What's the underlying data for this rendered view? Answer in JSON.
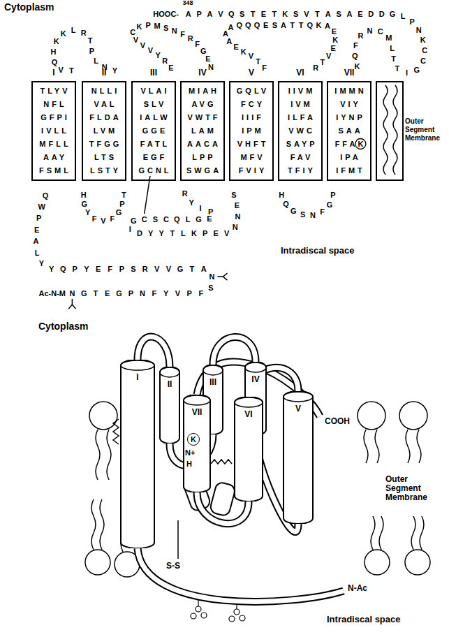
{
  "diagram": {
    "nodes": [
      {
        "text": [
          "I",
          "TLYV NFL GFPI IVLL MFLL AAY FSML"
        ]
      },
      {
        "text": [
          "II",
          "NLLI VAL FLDA LVM TFGG LTS LSTY"
        ]
      },
      {
        "text": [
          "III",
          "VLAI SLV IALW GGE FATL EGF GCNL"
        ]
      },
      {
        "text": [
          "IV",
          "MIAH AVG VWTF LAM AACA LPP SWGA"
        ]
      },
      {
        "text": [
          "V",
          "GQLV FCY IIIF IPM VHFT MFV FVIY"
        ]
      },
      {
        "text": [
          "VI",
          "IIVM IVM ILFA VWC SAYP FAV TFIY"
        ]
      },
      {
        "text": [
          "VII",
          "IMMN VIY IYNP SAA FFAK IPA IFMT"
        ]
      },
      {
        "text": [
          "Outer Segment Membrane"
        ]
      },
      {
        "text": [
          "I"
        ]
      },
      {
        "text": [
          "II"
        ]
      },
      {
        "text": [
          "III"
        ]
      },
      {
        "text": [
          "IV"
        ]
      },
      {
        "text": [
          "V"
        ]
      },
      {
        "text": [
          "VI"
        ]
      },
      {
        "text": [
          "VII"
        ]
      }
    ],
    "edges": [
      {
        "from": 8,
        "to": 9,
        "arrow": "none"
      },
      {
        "from": 9,
        "to": 10,
        "arrow": "none"
      },
      {
        "from": 10,
        "to": 11,
        "arrow": "none"
      },
      {
        "from": 11,
        "to": 12,
        "arrow": "none"
      },
      {
        "from": 12,
        "to": 13,
        "arrow": "none"
      },
      {
        "from": 13,
        "to": 14,
        "arrow": "none"
      }
    ],
    "labels": [
      "Cytoplasm",
      "HOOC-",
      "348",
      "Intradiscal space",
      "Ac-N-M",
      "NGTEGPNFYVPFSNATGVVRSPFEYPQYYLAEPWQ",
      "TVQHKKLRTPLNY",
      "HGYFVFGPT",
      "ERYVVVCKPMSNFRFGEN",
      "RYIPEGLQCSCGIDYYTLKPEVNNES",
      "FTVKEAAAQQQESATTQKAEKEVTR",
      "HQGSNFGP",
      "KQFRNCMLTTIGCCKNPLGDDEASATVSKTETSQVAPA",
      "Cytoplasm",
      "COOH",
      "Outer Segment Membrane",
      "K",
      "N+",
      "H",
      "S-S",
      "N-Ac",
      "Intradiscal space"
    ]
  }
}
